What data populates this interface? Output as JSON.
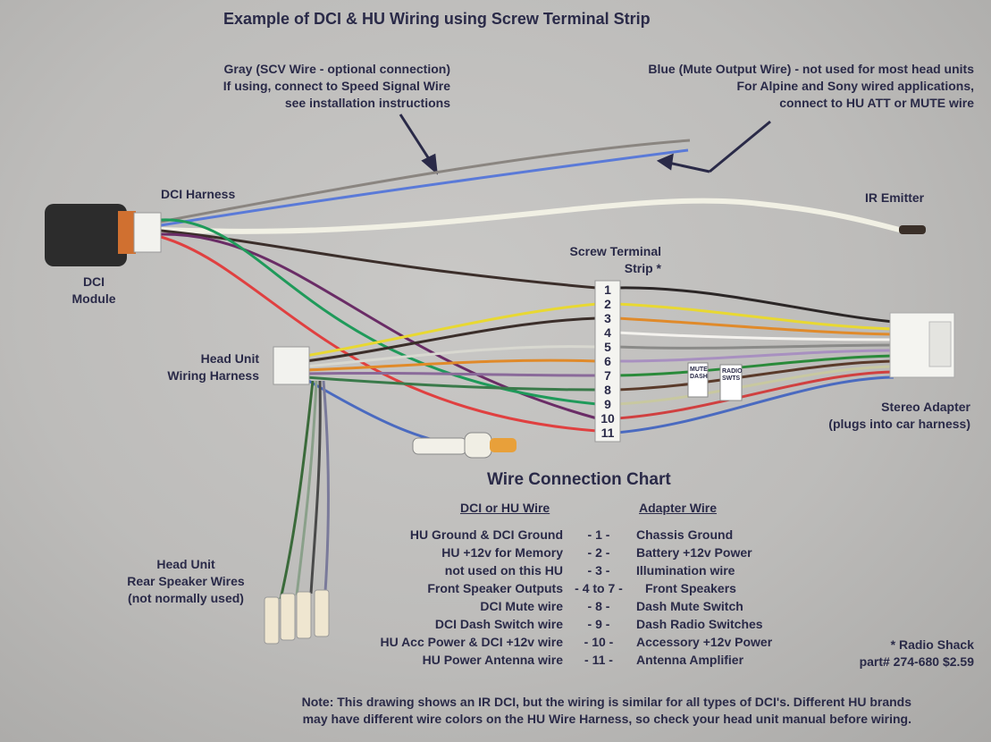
{
  "title": "Example of DCI & HU Wiring using Screw Terminal Strip",
  "labels": {
    "gray_wire": [
      "Gray (SCV Wire - optional connection)",
      "If using, connect to Speed Signal Wire",
      "see installation instructions"
    ],
    "blue_wire": [
      "Blue (Mute Output Wire) - not used for most head units",
      "For Alpine and Sony wired applications,",
      "connect to HU ATT or MUTE wire"
    ],
    "dci_harness": "DCI Harness",
    "ir_emitter": "IR Emitter",
    "dci_module": [
      "DCI",
      "Module"
    ],
    "screw_terminal": [
      "Screw Terminal",
      "Strip *"
    ],
    "head_unit_harness": [
      "Head Unit",
      "Wiring Harness"
    ],
    "stereo_adapter": [
      "Stereo Adapter",
      "(plugs into car harness)"
    ],
    "rear_speaker": [
      "Head Unit",
      "Rear Speaker Wires",
      "(not normally used)"
    ],
    "tag_mute": "MUTE DASH",
    "tag_radio": "RADIO SWTS"
  },
  "terminal_numbers": [
    "1",
    "2",
    "3",
    "4",
    "5",
    "6",
    "7",
    "8",
    "9",
    "10",
    "11"
  ],
  "chart": {
    "title": "Wire Connection Chart",
    "col_left": "DCI or HU Wire",
    "col_right": "Adapter Wire",
    "rows": [
      {
        "hu": "HU Ground & DCI Ground",
        "num": "- 1 -",
        "adapter": "Chassis Ground"
      },
      {
        "hu": "HU +12v for Memory",
        "num": "- 2 -",
        "adapter": "Battery +12v Power"
      },
      {
        "hu": "not used on this HU",
        "num": "- 3 -",
        "adapter": "Illumination wire"
      },
      {
        "hu": "Front Speaker Outputs",
        "num": "- 4 to 7 -",
        "adapter": "Front Speakers"
      },
      {
        "hu": "DCI Mute wire",
        "num": "- 8 -",
        "adapter": "Dash Mute Switch"
      },
      {
        "hu": "DCI Dash Switch wire",
        "num": "- 9 -",
        "adapter": "Dash Radio Switches"
      },
      {
        "hu": "HU Acc Power & DCI +12v wire",
        "num": "- 10 -",
        "adapter": "Accessory +12v Power"
      },
      {
        "hu": "HU Power Antenna wire",
        "num": "- 11 -",
        "adapter": "Antenna Amplifier"
      }
    ]
  },
  "radio_shack": [
    "* Radio Shack",
    "part# 274-680 $2.59"
  ],
  "note": [
    "Note: This drawing shows an IR DCI, but the wiring is similar for all types of DCI's.  Different HU brands",
    "may have different wire colors on the HU Wire Harness, so check your head unit manual before wiring."
  ],
  "colors": {
    "text": "#2a2a48",
    "background": "#c4c3c1"
  }
}
